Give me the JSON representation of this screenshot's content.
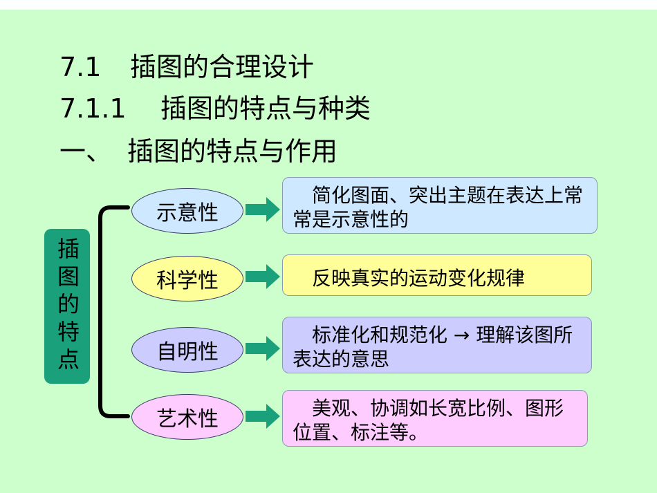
{
  "headings": [
    {
      "num": "7.1",
      "text": "插图的合理设计"
    },
    {
      "num": "7.1.1",
      "text": "插图的特点与种类"
    },
    {
      "num": "一、",
      "text": "插图的特点与作用"
    }
  ],
  "center_label": "插图的特点",
  "items": [
    {
      "label": "示意性",
      "desc": "简化图面、突出主题在表达上常常是示意性的",
      "ellipse_color": "#cde8ff",
      "box_color": "#cde8ff"
    },
    {
      "label": "科学性",
      "desc": "反映真实的运动变化规律",
      "ellipse_color": "#ffff99",
      "box_color": "#ffff99"
    },
    {
      "label": "自明性",
      "desc": "标准化和规范化 → 理解该图所表达的意思",
      "ellipse_color": "#ccccff",
      "box_color": "#ccccff"
    },
    {
      "label": "艺术性",
      "desc": "美观、协调如长宽比例、图形位置、标注等。",
      "ellipse_color": "#ffccff",
      "box_color": "#ffccff"
    }
  ],
  "colors": {
    "background": "#ccffcc",
    "label_box": "#1aa07a",
    "arrow": "#1aa07a"
  }
}
